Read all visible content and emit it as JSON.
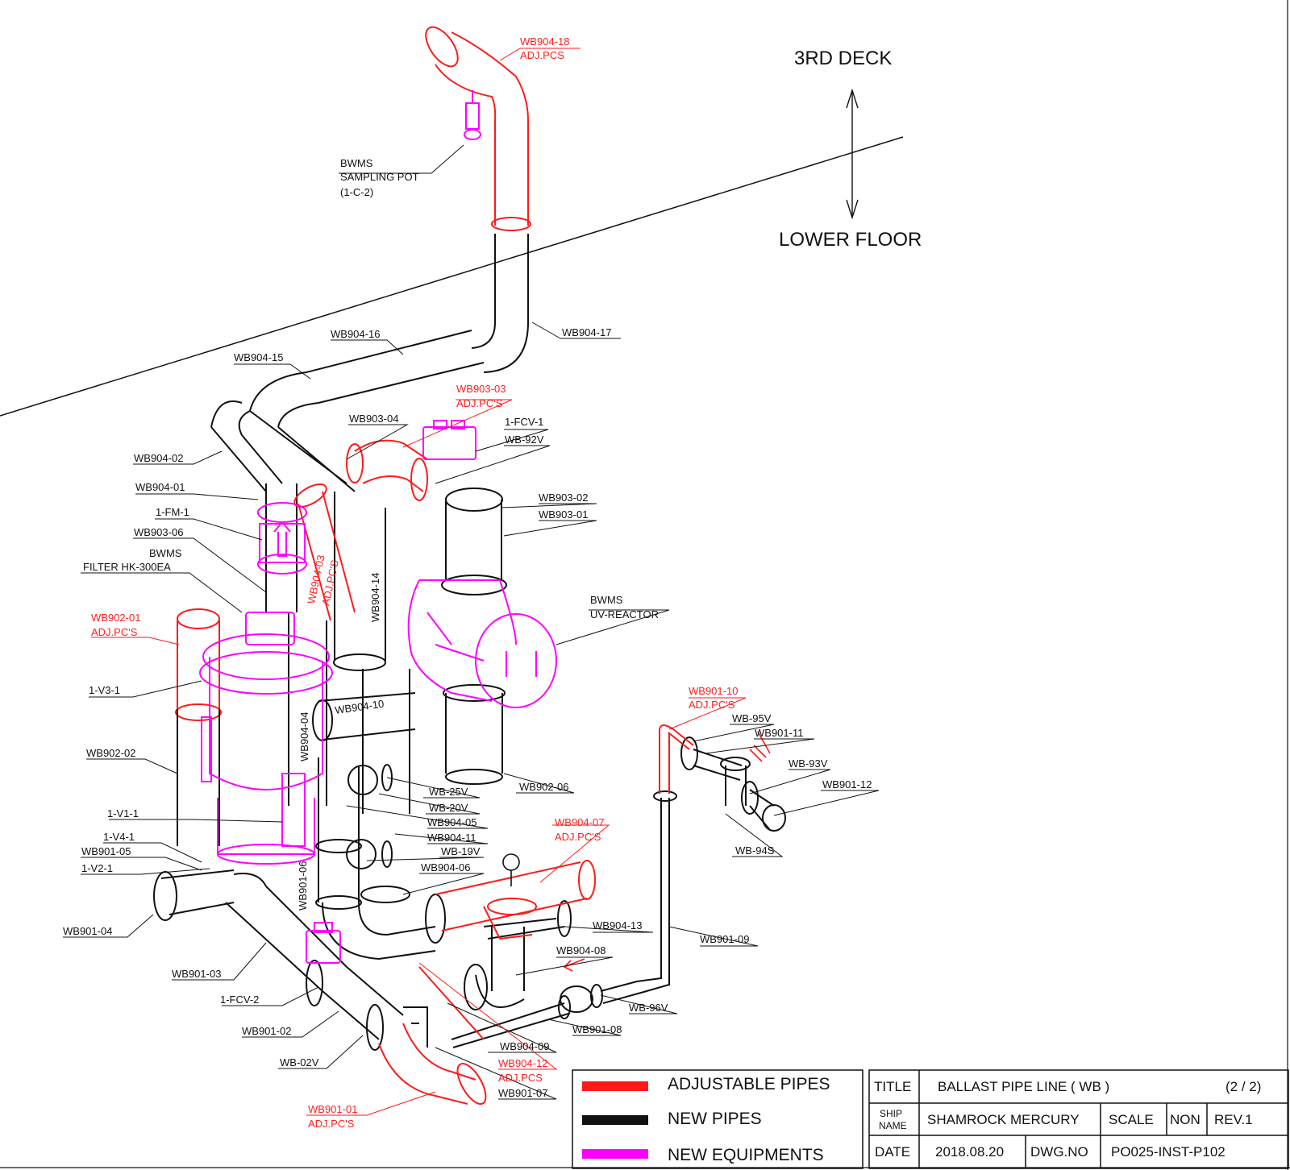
{
  "zones": {
    "upper": "3RD DECK",
    "lower": "LOWER FLOOR"
  },
  "colors": {
    "adjustable": "#ff1a1a",
    "new_pipe": "#111111",
    "equipment": "#ff00ff"
  },
  "labels": {
    "wb904_18": "WB904-18",
    "adj_pcs": "ADJ.PCS",
    "adj_pcs_quote": "ADJ.PC'S",
    "bwms": "BWMS",
    "sampling_pot": "SAMPLING POT",
    "sampling_pot_id": "(1-C-2)",
    "wb904_17": "WB904-17",
    "wb904_16": "WB904-16",
    "wb904_15": "WB904-15",
    "wb903_03": "WB903-03",
    "wb903_04": "WB903-04",
    "fcv_1": "1-FCV-1",
    "wb_92v": "WB-92V",
    "wb904_02": "WB904-02",
    "wb904_01": "WB904-01",
    "fm_1": "1-FM-1",
    "wb903_06": "WB903-06",
    "wb903_02": "WB903-02",
    "wb903_01": "WB903-01",
    "filter_hk": "FILTER HK-300EA",
    "uv_reactor": "UV-REACTOR",
    "wb902_01": "WB902-01",
    "v3_1": "1-V3-1",
    "wb904_10": "WB904-10",
    "wb901_10": "WB901-10",
    "wb_95v": "WB-95V",
    "wb901_11": "WB901-11",
    "wb_93v": "WB-93V",
    "wb901_12": "WB901-12",
    "wb902_02": "WB902-02",
    "wb_25v": "WB-25V",
    "wb_20v": "WB-20V",
    "wb902_06": "WB902-06",
    "v1_1": "1-V1-1",
    "wb904_05": "WB904-05",
    "v4_1": "1-V4-1",
    "wb901_05": "WB901-05",
    "v2_1": "1-V2-1",
    "wb904_11": "WB904-11",
    "wb904_07": "WB904-07",
    "wb_19v": "WB-19V",
    "wb904_06": "WB904-06",
    "wb_94s": "WB-94S",
    "wb901_04": "WB901-04",
    "wb904_13": "WB904-13",
    "wb901_09": "WB901-09",
    "wb901_03": "WB901-03",
    "wb904_08": "WB904-08",
    "fcv_2": "1-FCV-2",
    "wb_96v": "WB-96V",
    "wb901_02": "WB901-02",
    "wb901_08": "WB901-08",
    "wb904_09": "WB904-09",
    "wb_02v": "WB-02V",
    "wb904_12": "WB904-12",
    "wb901_07": "WB901-07",
    "wb901_01": "WB901-01",
    "wb904_03": "WB904-03",
    "wb904_14": "WB904-14",
    "wb904_04": "WB904-04",
    "wb901_06": "WB901-06"
  },
  "legend": [
    {
      "label": "ADJUSTABLE PIPES",
      "color": "#ff1a1a"
    },
    {
      "label": "NEW PIPES",
      "color": "#111111"
    },
    {
      "label": "NEW EQUIPMENTS",
      "color": "#ff00ff"
    }
  ],
  "title_block": {
    "title_label": "TITLE",
    "title": "BALLAST PIPE LINE ( WB )",
    "sheet": "(2 / 2)",
    "ship_label_1": "SHIP",
    "ship_label_2": "NAME",
    "ship_name": "SHAMROCK MERCURY",
    "scale_label": "SCALE",
    "scale": "NON",
    "rev": "REV.1",
    "date_label": "DATE",
    "date": "2018.08.20",
    "dwg_label": "DWG.NO",
    "dwg_no": "PO025-INST-P102"
  }
}
